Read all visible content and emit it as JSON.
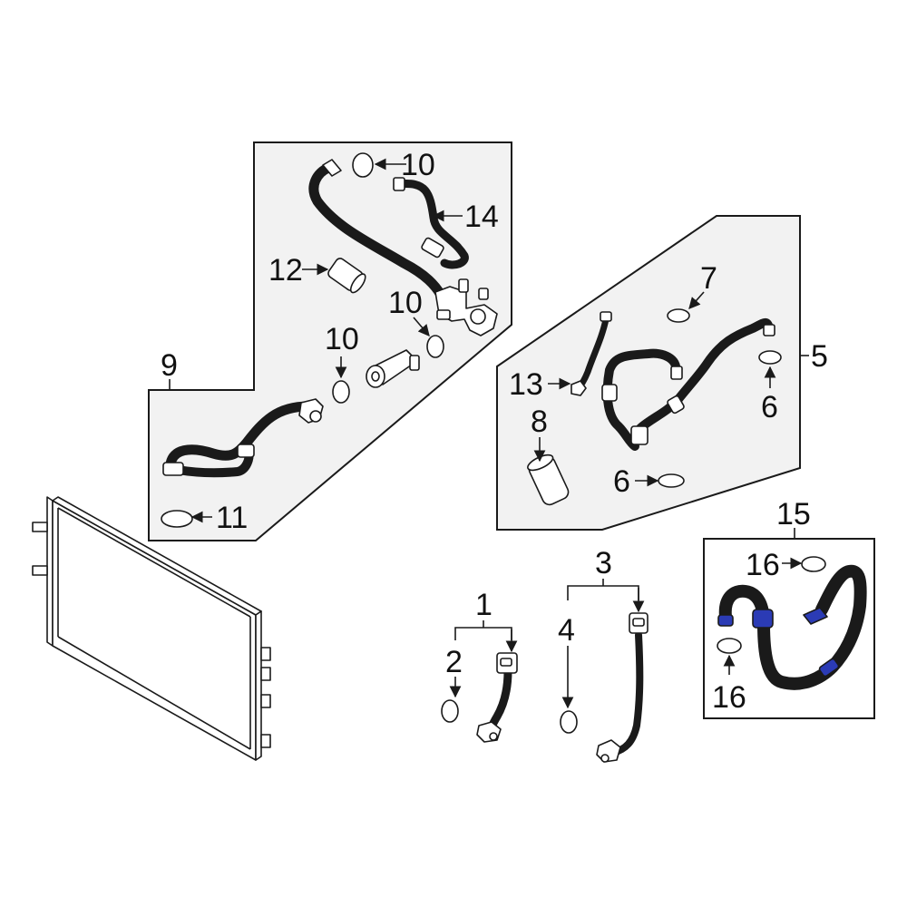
{
  "diagram": {
    "accent_color": "#2b3bb5",
    "callouts": {
      "c1": "1",
      "c2": "2",
      "c3": "3",
      "c4": "4",
      "c5": "5",
      "c6a": "6",
      "c6b": "6",
      "c7": "7",
      "c8": "8",
      "c9": "9",
      "c10a": "10",
      "c10b": "10",
      "c10c": "10",
      "c11": "11",
      "c12": "12",
      "c13": "13",
      "c14": "14",
      "c15": "15",
      "c16a": "16",
      "c16b": "16"
    }
  }
}
